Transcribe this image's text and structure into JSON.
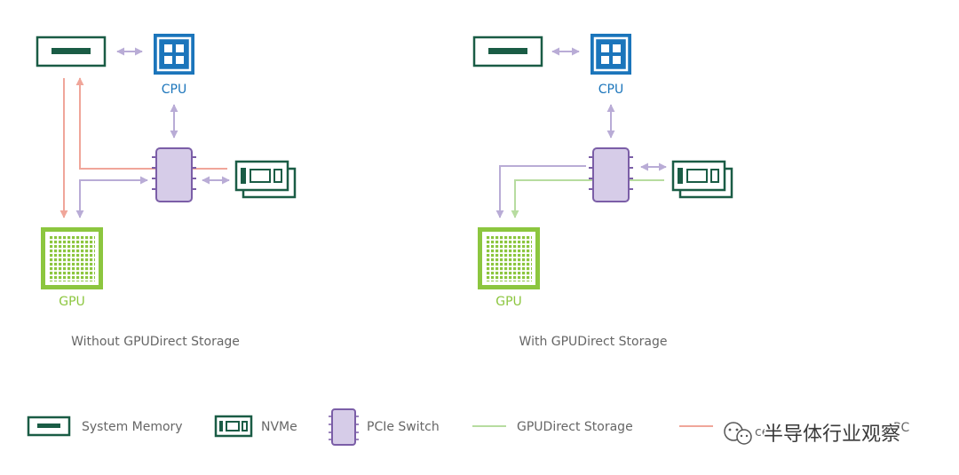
{
  "diagrams": [
    {
      "caption": "Without GPUDirect Storage",
      "cpu_label": "CPU",
      "gpu_label": "GPU"
    },
    {
      "caption": "With GPUDirect Storage",
      "cpu_label": "CPU",
      "gpu_label": "GPU"
    }
  ],
  "legend": {
    "system_memory": "System Memory",
    "nvme": "NVMe",
    "pcie_switch": "PCIe Switch",
    "gpudirect_storage": "GPUDirect Storage",
    "cpu_path_partial": "ce",
    "cpu_path_tail": "PC"
  },
  "watermark": {
    "text": "半导体行业观察"
  },
  "colors": {
    "memory": "#1a5c45",
    "cpu": "#1b75bb",
    "gpu": "#8cc63f",
    "switch_fill": "#d6cce8",
    "switch_stroke": "#7b5ea7",
    "arrow_purple": "#b9acd6",
    "path_salmon": "#f0a69a",
    "path_green": "#b7dca0",
    "label_gray": "#666666"
  }
}
